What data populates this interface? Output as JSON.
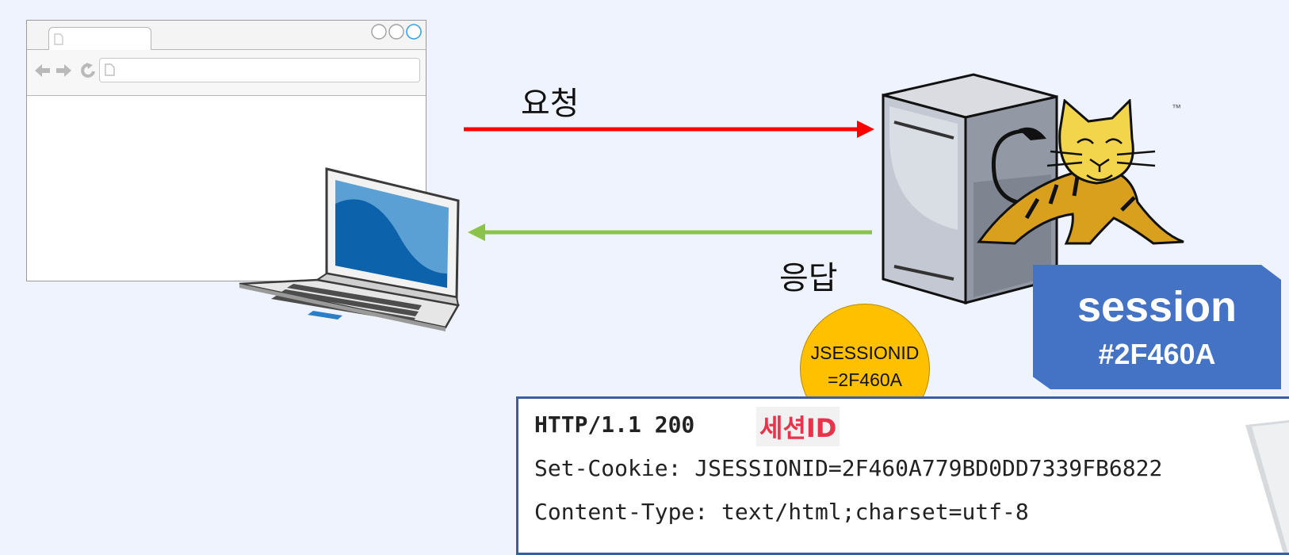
{
  "diagram": {
    "request_label": "요청",
    "response_label": "응답",
    "session": {
      "title": "session",
      "id": "#2F460A"
    },
    "cookie": {
      "line1": "JSESSIONID",
      "line2": "=2F460A"
    },
    "http_response": {
      "status_line": "HTTP/1.1 200",
      "badge": "세션ID",
      "set_cookie_key": "Set-Cookie:",
      "set_cookie_value": "JSESSIONID=2F460A779BD0DD7339FB6822",
      "content_type": "Content-Type: text/html;charset=utf-8"
    },
    "colors": {
      "background": "#eef3fd",
      "request_arrow": "#ff0000",
      "response_arrow": "#8bc34a",
      "session_box": "#4472c4",
      "cookie": "#ffc000",
      "badge_text": "#e8334a"
    },
    "icons": [
      "browser-window-icon",
      "laptop-icon",
      "server-icon",
      "tomcat-icon"
    ]
  }
}
